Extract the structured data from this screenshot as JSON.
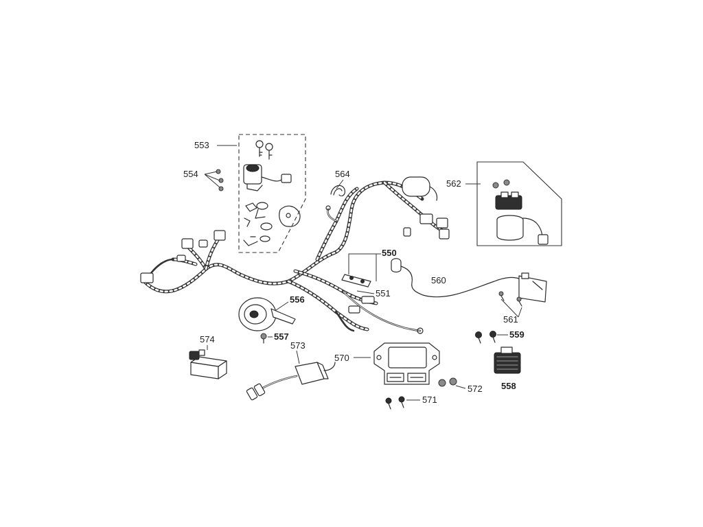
{
  "colors": {
    "ink": "#2a2a2a",
    "background": "#ffffff"
  },
  "callouts": {
    "c550": "550",
    "c551": "551",
    "c553": "553",
    "c554": "554",
    "c556": "556",
    "c557": "557",
    "c558": "558",
    "c559": "559",
    "c560": "560",
    "c561": "561",
    "c562": "562",
    "c564": "564",
    "c570": "570",
    "c571": "571",
    "c572": "572",
    "c573": "573",
    "c574": "574"
  },
  "icons": [
    "key-icon",
    "screw-icon",
    "nut-icon",
    "connector-icon"
  ]
}
